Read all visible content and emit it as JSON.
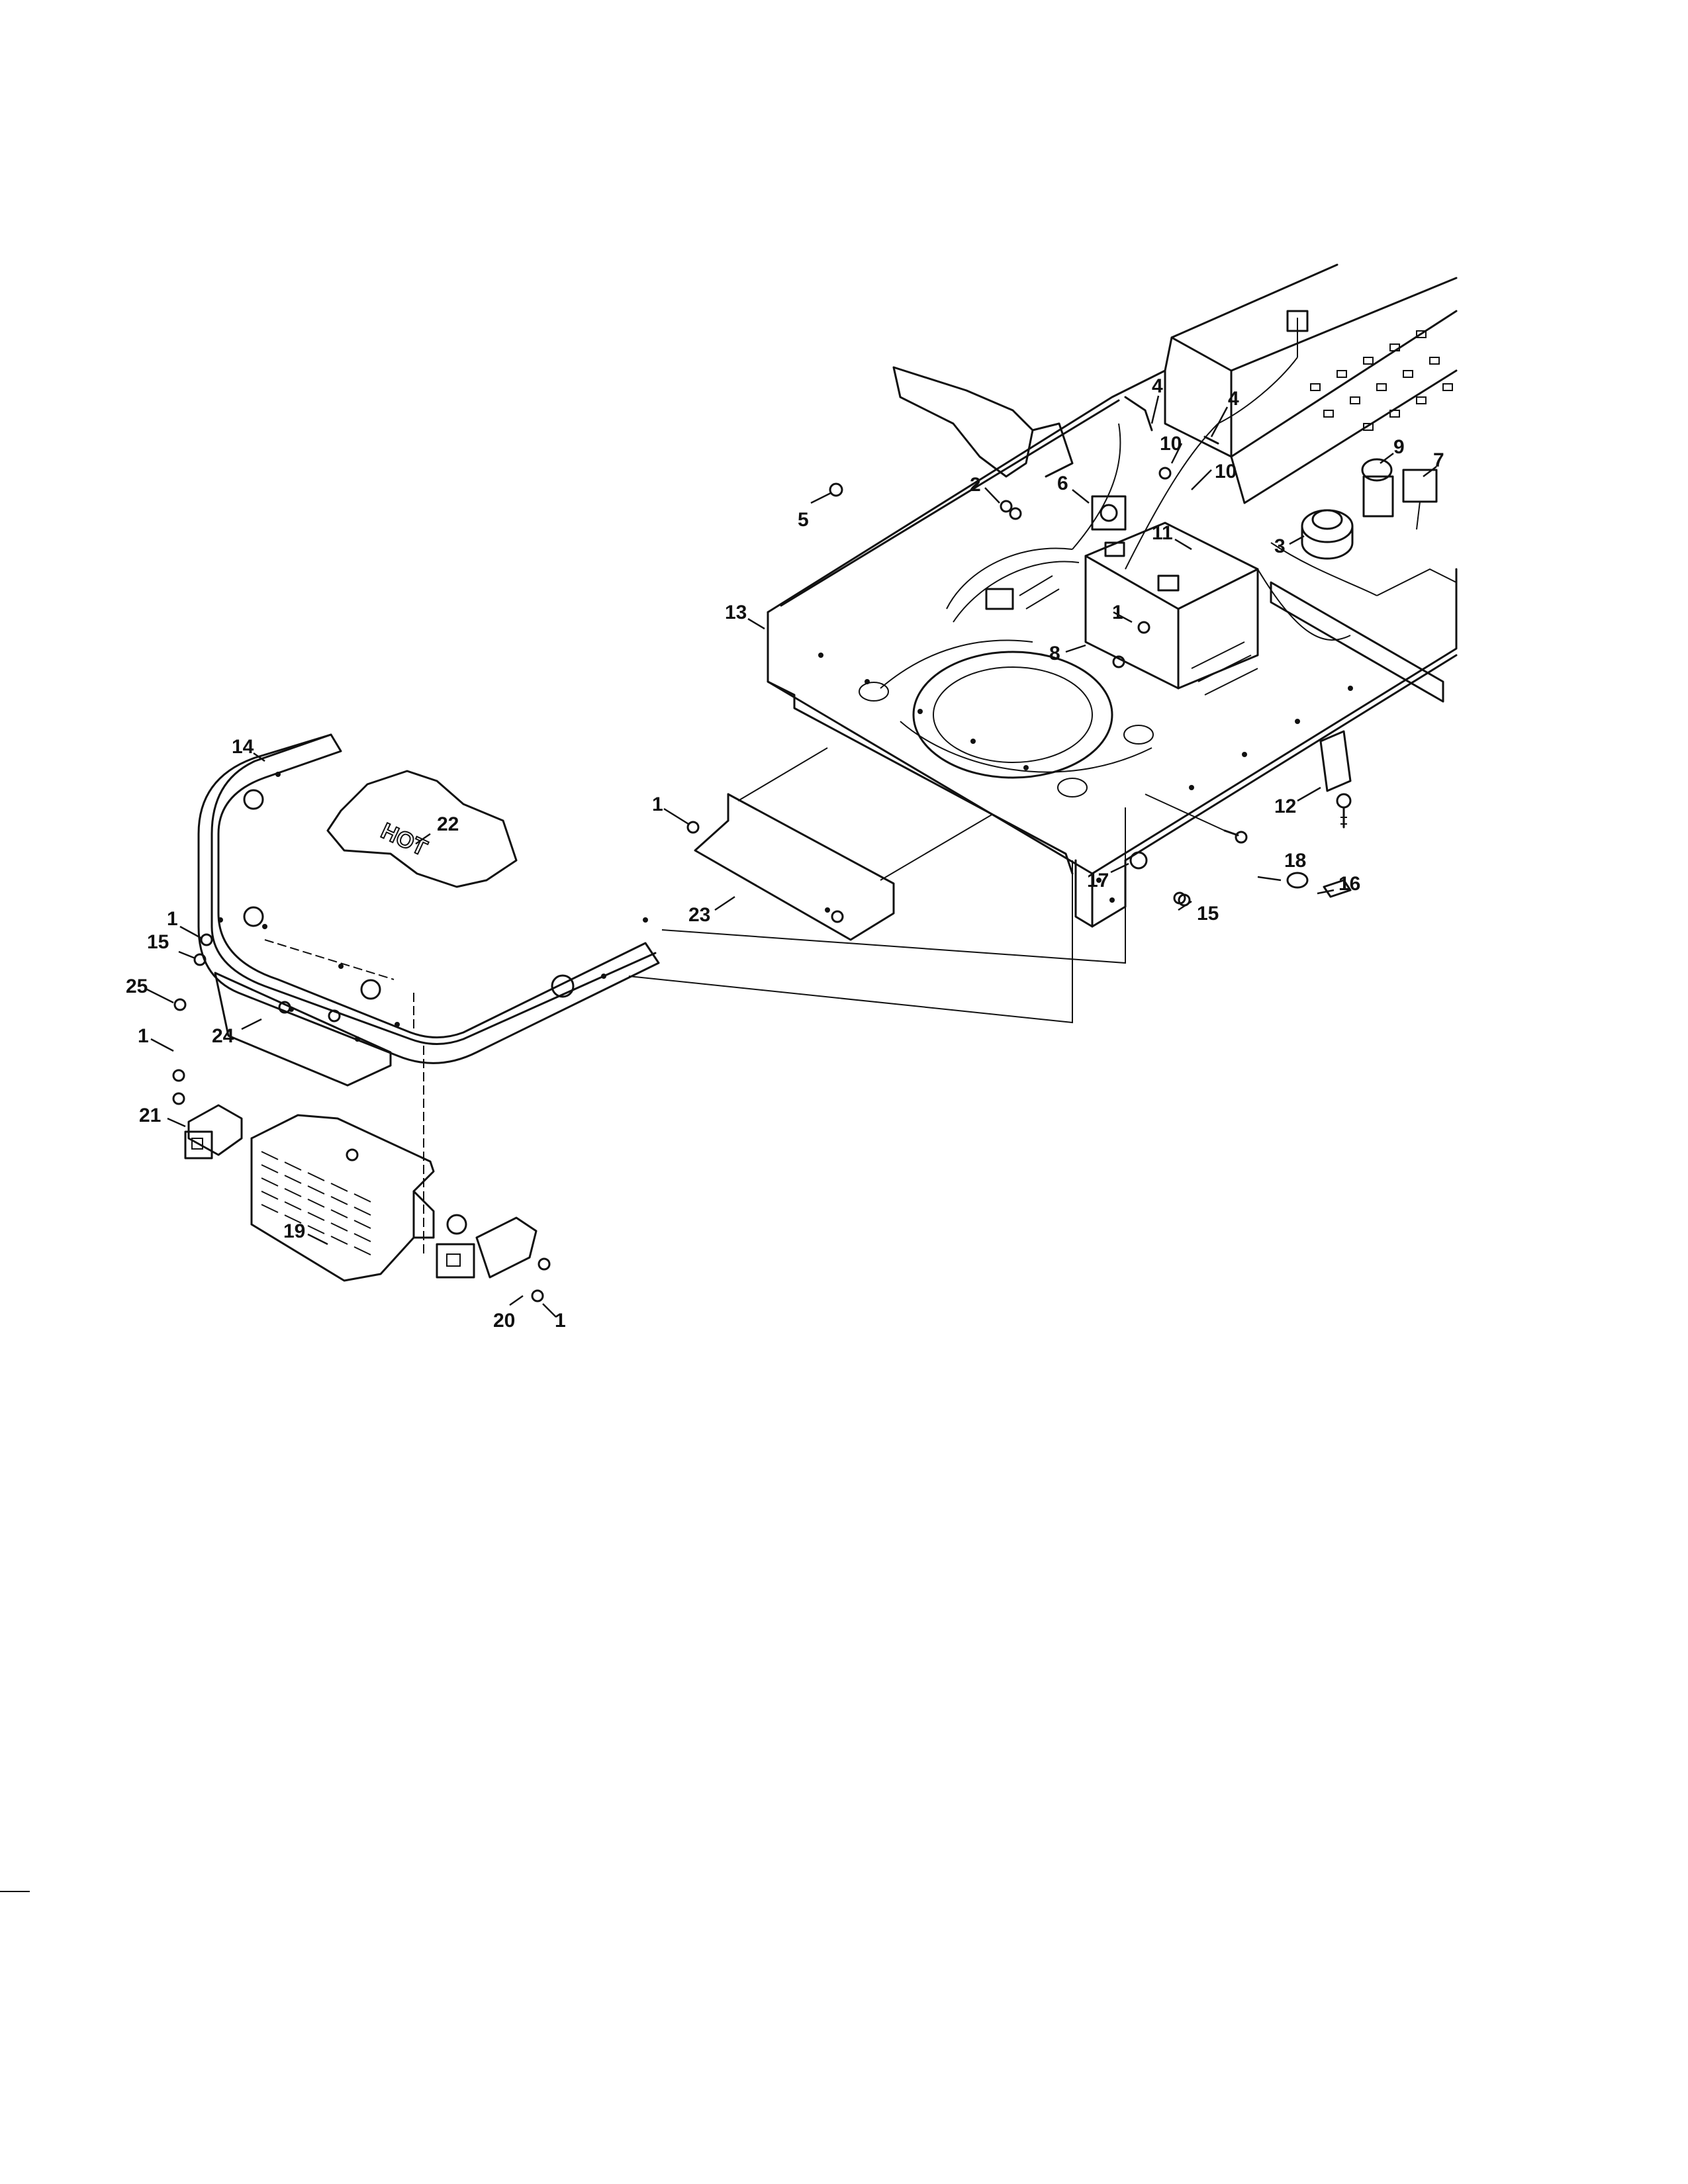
{
  "diagram": {
    "callouts": [
      "1",
      "2",
      "3",
      "4",
      "5",
      "6",
      "7",
      "8",
      "9",
      "10",
      "11",
      "12",
      "13",
      "14",
      "15",
      "16",
      "17",
      "18",
      "19",
      "20",
      "21",
      "22",
      "23",
      "24",
      "25"
    ],
    "decal_text": "HOT"
  }
}
